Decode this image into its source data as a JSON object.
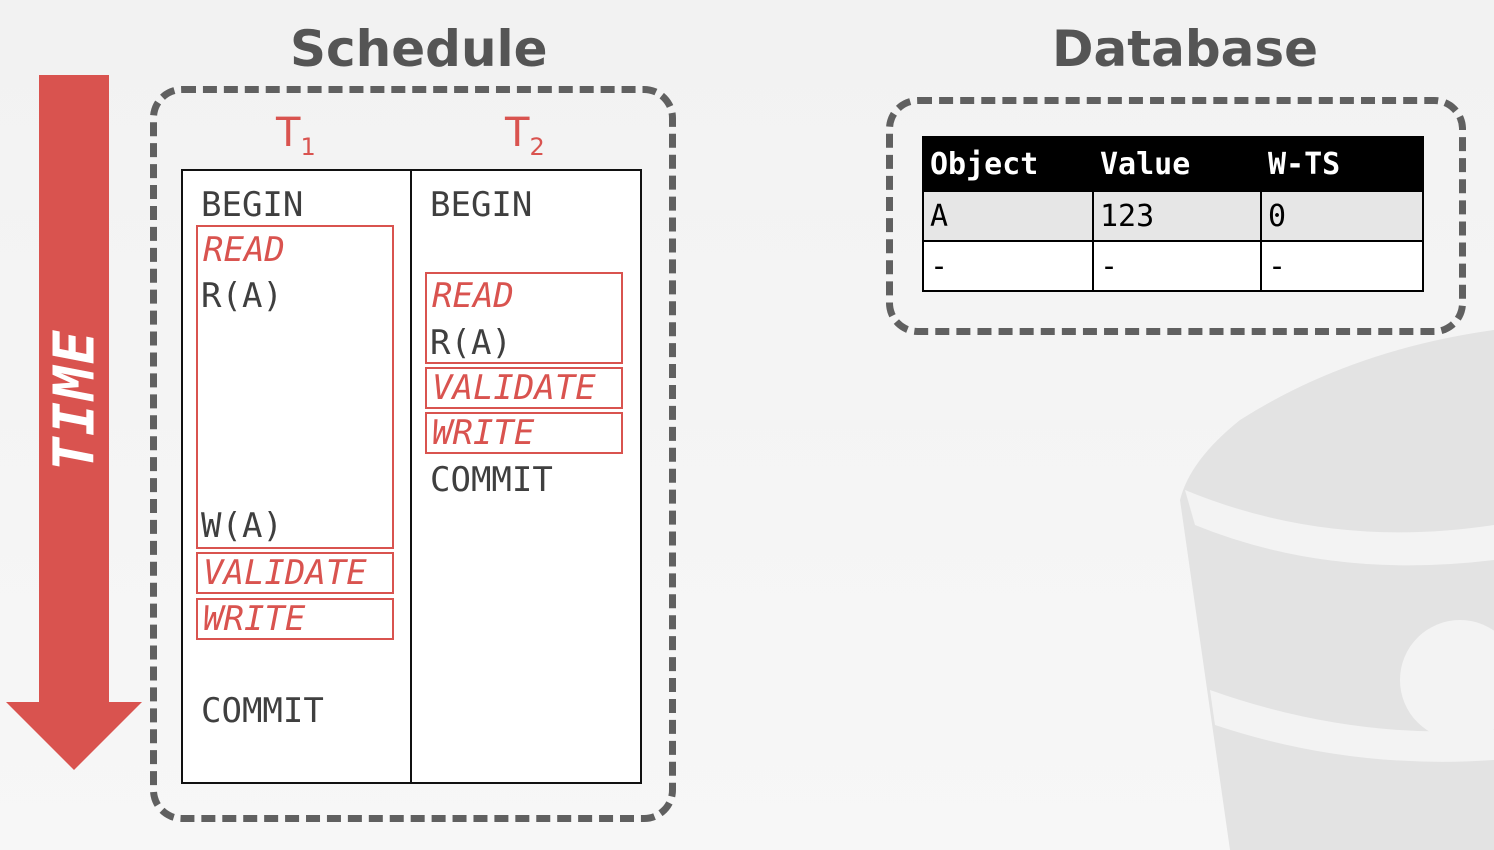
{
  "time_label": "TIME",
  "schedule": {
    "heading": "Schedule",
    "t1": {
      "label": "T",
      "sub": "1"
    },
    "t2": {
      "label": "T",
      "sub": "2"
    },
    "t1_ops": {
      "begin": "BEGIN",
      "read_phase": "READ",
      "read_a": "R(A)",
      "write_a": "W(A)",
      "validate_phase": "VALIDATE",
      "write_phase": "WRITE",
      "commit": "COMMIT"
    },
    "t2_ops": {
      "begin": "BEGIN",
      "read_phase": "READ",
      "read_a": "R(A)",
      "validate_phase": "VALIDATE",
      "write_phase": "WRITE",
      "commit": "COMMIT"
    }
  },
  "database": {
    "heading": "Database",
    "columns": [
      "Object",
      "Value",
      "W-TS"
    ],
    "rows": [
      [
        "A",
        "123",
        "0"
      ],
      [
        "-",
        "-",
        "-"
      ]
    ]
  },
  "colors": {
    "accent_red": "#d9534f",
    "frame_gray": "#606060",
    "heading_gray": "#555555"
  }
}
